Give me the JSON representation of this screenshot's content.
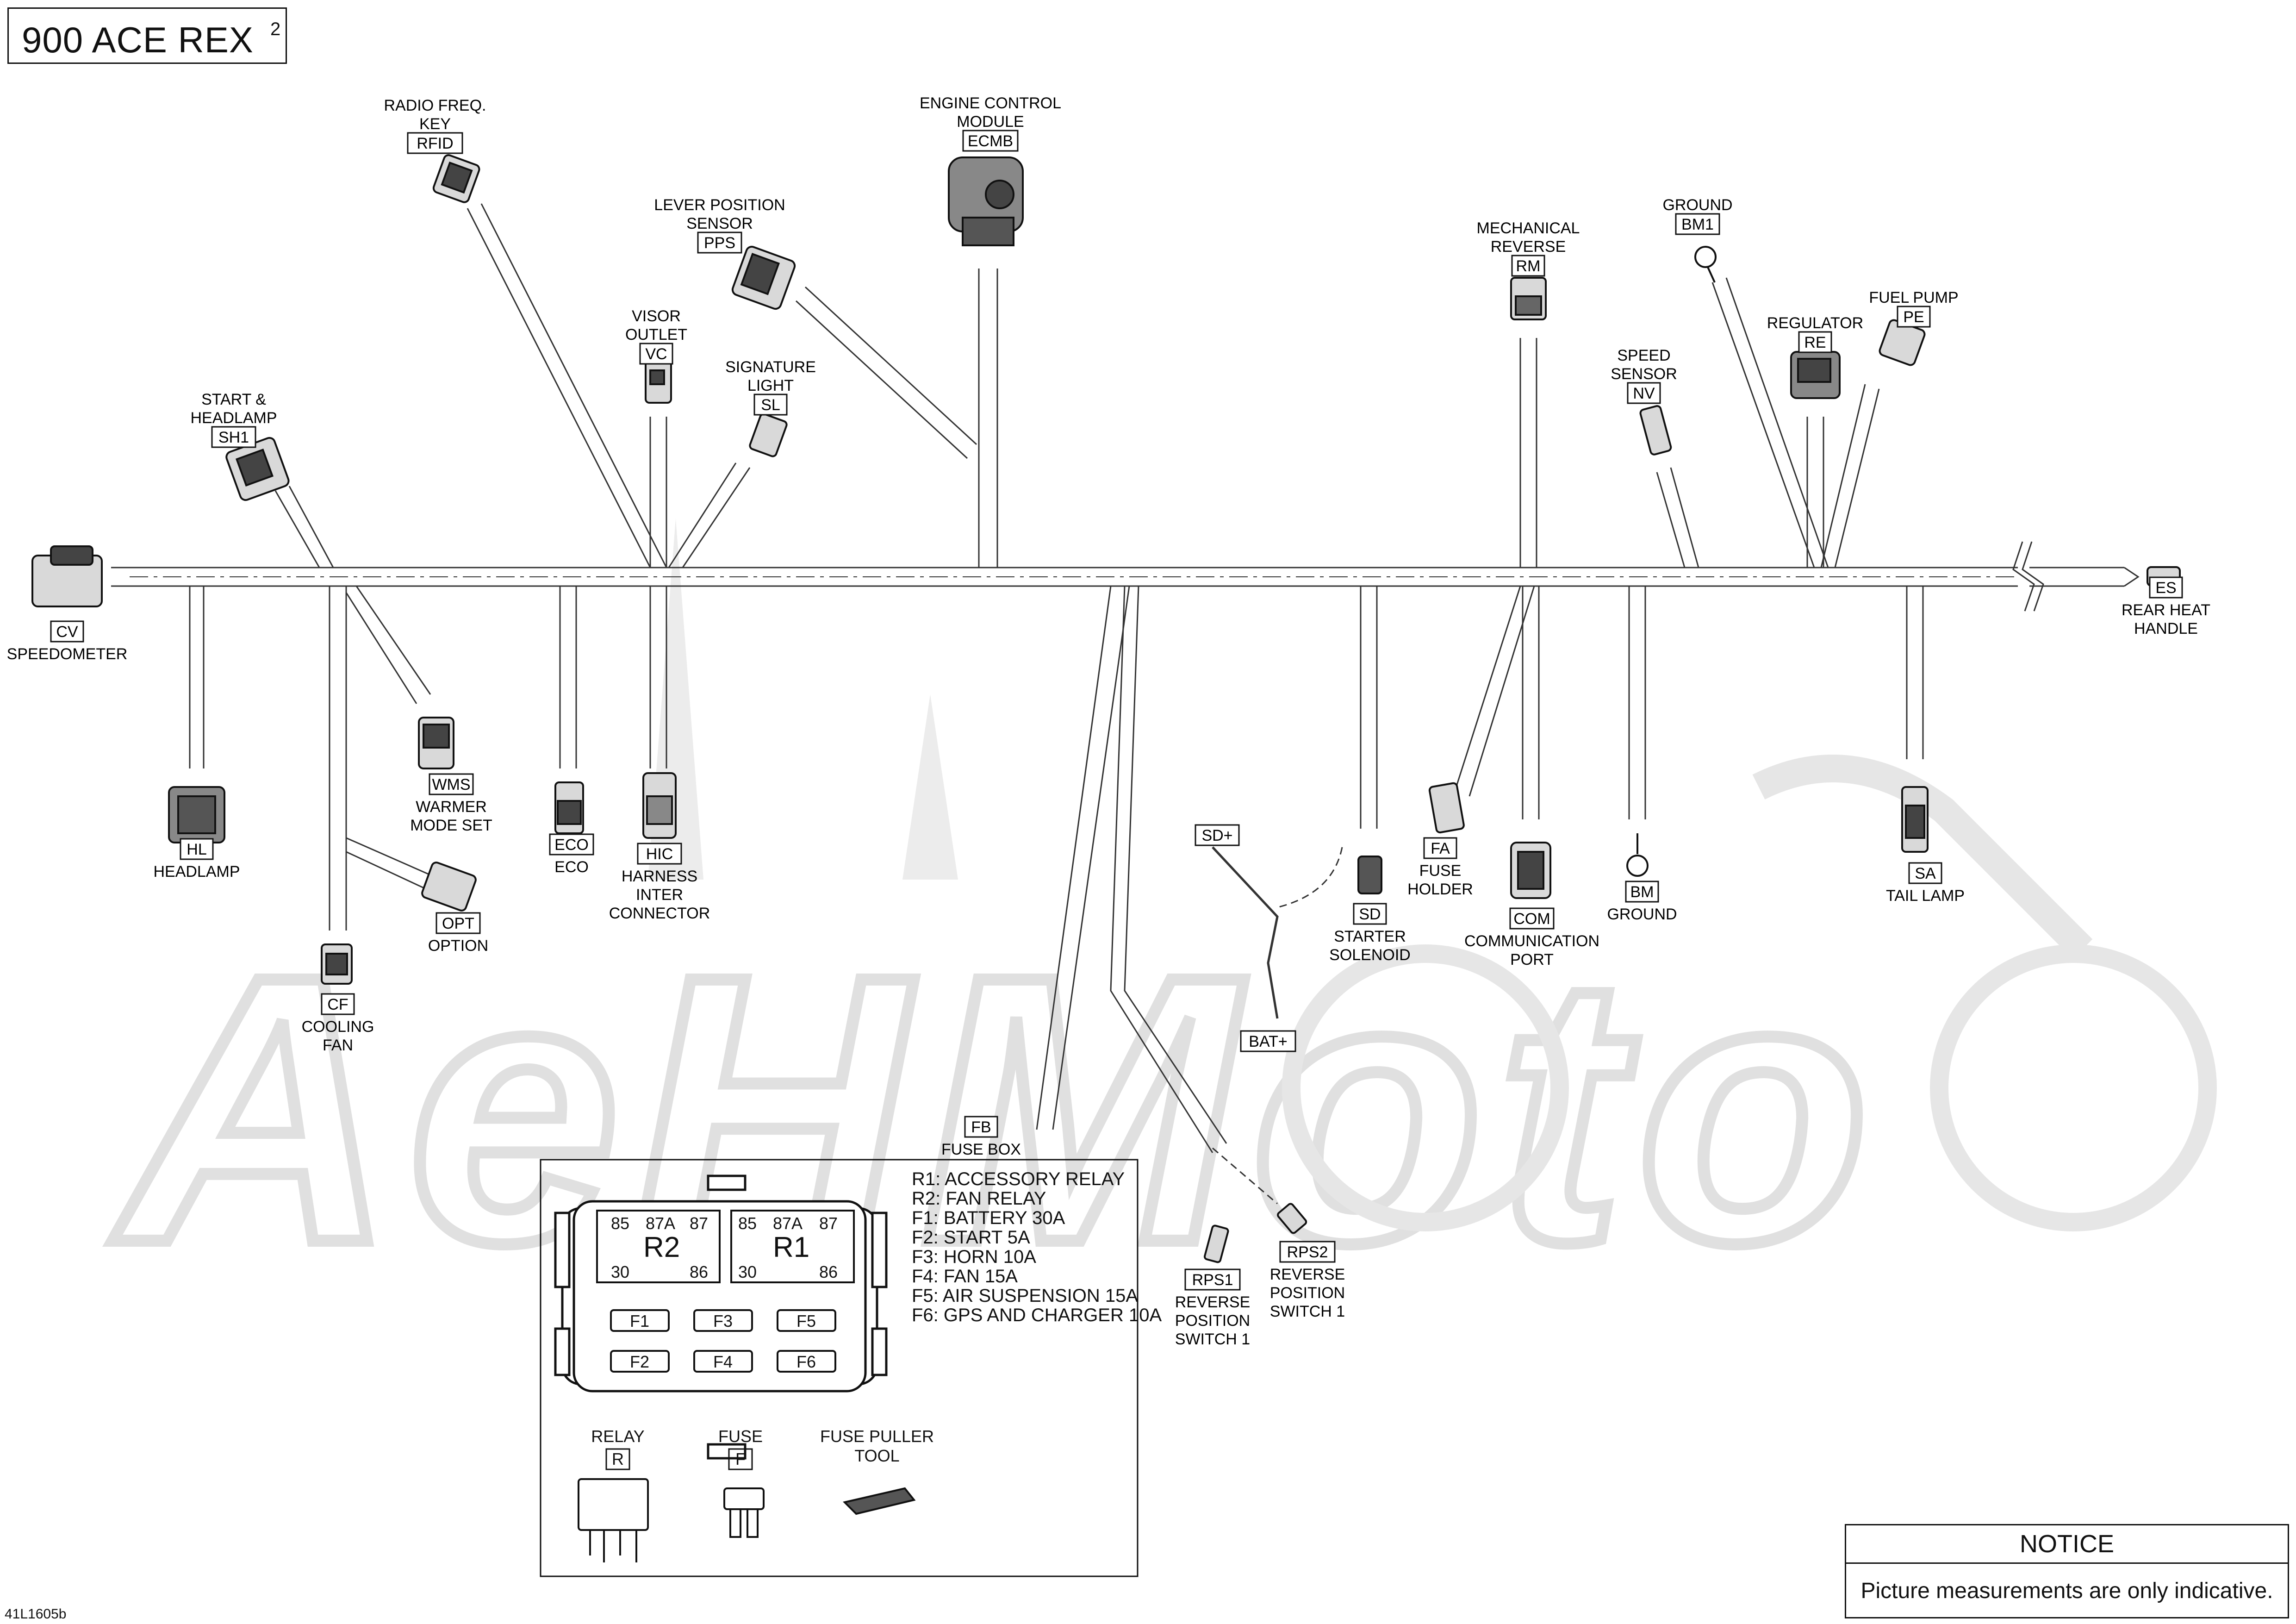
{
  "title": {
    "model": "900 ACE REX",
    "superscript": "2"
  },
  "doc_code": "41L1605b",
  "notice": {
    "heading": "NOTICE",
    "text": "Picture measurements are only indicative."
  },
  "watermark": "AeHMoto",
  "connectors": {
    "cv": {
      "code": "CV",
      "lines": [
        "SPEEDOMETER"
      ]
    },
    "rfid": {
      "code": "RFID",
      "lines": [
        "RADIO FREQ.",
        "KEY"
      ]
    },
    "ecmb": {
      "code": "ECMB",
      "lines": [
        "ENGINE CONTROL",
        "MODULE"
      ]
    },
    "pps": {
      "code": "PPS",
      "lines": [
        "LEVER POSITION",
        "SENSOR"
      ]
    },
    "vc": {
      "code": "VC",
      "lines": [
        "VISOR",
        "OUTLET"
      ]
    },
    "sl": {
      "code": "SL",
      "lines": [
        "SIGNATURE",
        "LIGHT"
      ]
    },
    "sh1": {
      "code": "SH1",
      "lines": [
        "START &",
        "HEADLAMP"
      ]
    },
    "rm": {
      "code": "RM",
      "lines": [
        "MECHANICAL",
        "REVERSE"
      ]
    },
    "bm1": {
      "code": "BM1",
      "lines": [
        "GROUND"
      ]
    },
    "nv": {
      "code": "NV",
      "lines": [
        "SPEED",
        "SENSOR"
      ]
    },
    "re": {
      "code": "RE",
      "lines": [
        "REGULATOR"
      ]
    },
    "pe": {
      "code": "PE",
      "lines": [
        "FUEL PUMP"
      ]
    },
    "es": {
      "code": "ES",
      "lines": [
        "REAR HEAT",
        "HANDLE"
      ]
    },
    "hl": {
      "code": "HL",
      "lines": [
        "HEADLAMP"
      ]
    },
    "wms": {
      "code": "WMS",
      "lines": [
        "WARMER",
        "MODE SET"
      ]
    },
    "eco": {
      "code": "ECO",
      "lines": [
        "ECO"
      ]
    },
    "hic": {
      "code": "HIC",
      "lines": [
        "HARNESS",
        "INTER",
        "CONNECTOR"
      ]
    },
    "opt": {
      "code": "OPT",
      "lines": [
        "OPTION"
      ]
    },
    "cf": {
      "code": "CF",
      "lines": [
        "COOLING",
        "FAN"
      ]
    },
    "sdp": {
      "code": "SD+",
      "lines": []
    },
    "batp": {
      "code": "BAT+",
      "lines": []
    },
    "sd": {
      "code": "SD",
      "lines": [
        "STARTER",
        "SOLENOID"
      ]
    },
    "fa": {
      "code": "FA",
      "lines": [
        "FUSE",
        "HOLDER"
      ]
    },
    "com": {
      "code": "COM",
      "lines": [
        "COMMUNICATION",
        "PORT"
      ]
    },
    "bm": {
      "code": "BM",
      "lines": [
        "GROUND"
      ]
    },
    "sa": {
      "code": "SA",
      "lines": [
        "TAIL LAMP"
      ]
    },
    "fb": {
      "code": "FB",
      "lines": [
        "FUSE BOX"
      ]
    },
    "rps1": {
      "code": "RPS1",
      "lines": [
        "REVERSE",
        "POSITION",
        "SWITCH 1"
      ]
    },
    "rps2": {
      "code": "RPS2",
      "lines": [
        "REVERSE",
        "POSITION",
        "SWITCH 1"
      ]
    }
  },
  "fuse_box": {
    "legend": [
      "R1: ACCESSORY RELAY",
      "R2: FAN RELAY",
      "F1: BATTERY 30A",
      "F2: START 5A",
      "F3: HORN 10A",
      "F4: FAN 15A",
      "F5: AIR SUSPENSION 15A",
      "F6: GPS AND CHARGER 10A"
    ],
    "relay_r2": {
      "name": "R2",
      "pins_top": [
        "85",
        "87A",
        "87"
      ],
      "pins_bottom": [
        "30",
        "86"
      ]
    },
    "relay_r1": {
      "name": "R1",
      "pins_top": [
        "85",
        "87A",
        "87"
      ],
      "pins_bottom": [
        "30",
        "86"
      ]
    },
    "fuses": [
      "F1",
      "F3",
      "F5",
      "F2",
      "F4",
      "F6"
    ],
    "parts": [
      {
        "label": "RELAY",
        "code": "R"
      },
      {
        "label": "FUSE",
        "code": "F"
      },
      {
        "label": "FUSE PULLER",
        "label2": "TOOL",
        "code": ""
      }
    ]
  }
}
